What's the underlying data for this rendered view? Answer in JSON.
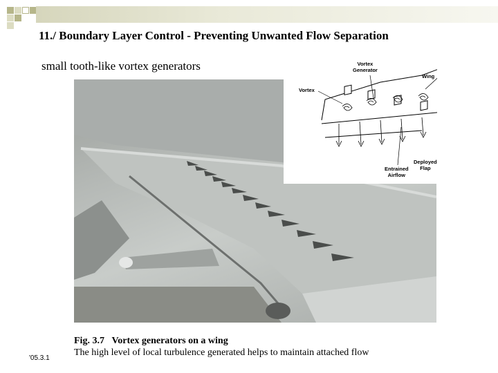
{
  "slide": {
    "title": "11./ Boundary Layer Control - Preventing Unwanted Flow Separation",
    "subtitle": "small tooth-like vortex generators",
    "date": "'05.3.1"
  },
  "diagram": {
    "label_vortex_generator_line1": "Vortex",
    "label_vortex_generator_line2": "Generator",
    "label_wing": "Wing",
    "label_vortex": "Vortex",
    "label_entrained_line1": "Entrained",
    "label_entrained_line2": "Airflow",
    "label_flap_line1": "Deployed",
    "label_flap_line2": "Flap"
  },
  "caption": {
    "fig_label": "Fig. 3.7",
    "fig_title": "Vortex generators on a wing",
    "description": "The high level of local turbulence generated helps to maintain attached flow"
  },
  "colors": {
    "accent_olive": "#b6b68a",
    "title_bar": "#e9e9d8"
  }
}
